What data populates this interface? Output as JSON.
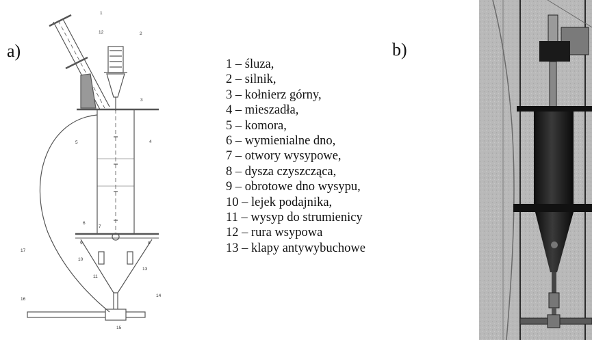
{
  "panel_labels": {
    "a": "a)",
    "b": "b)"
  },
  "diagram_callouts": [
    "1",
    "2",
    "3",
    "4",
    "5",
    "6",
    "7",
    "8",
    "9",
    "10",
    "11",
    "12",
    "13",
    "14",
    "15",
    "16",
    "17"
  ],
  "legend": [
    "1 – śluza,",
    "2 – silnik,",
    "3 – kołnierz górny,",
    "4 – mieszadła,",
    "5 – komora,",
    "6 – wymienialne dno,",
    "7 – otwory wysypowe,",
    "8 – dysza czyszcząca,",
    "9 – obrotowe dno wysypu,",
    "10 – lejek podajnika,",
    "11 – wysyp do strumienicy",
    "12 – rura wsypowa",
    "13 – klapy antywybuchowe"
  ],
  "colors": {
    "line": "#555555",
    "photo_wall": "#b8b8b8",
    "photo_dark": "#1c1c1c"
  }
}
